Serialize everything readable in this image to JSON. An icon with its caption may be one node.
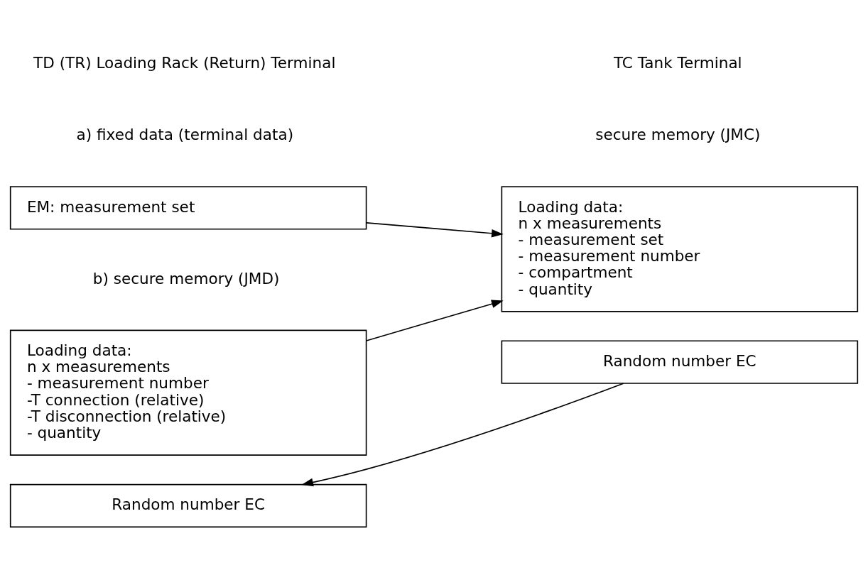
{
  "diagram": {
    "nodes": [
      {
        "text": [
          "EM: measurement set"
        ]
      },
      {
        "text": [
          "Loading data:",
          "n x measurements",
          "- measurement number",
          "-T connection (relative)",
          "-T disconnection (relative)",
          "- quantity"
        ]
      },
      {
        "text": [
          "Loading data:",
          "n x measurements",
          "- measurement set",
          "- measurement number",
          "- compartment",
          "- quantity"
        ]
      },
      {
        "text": [
          "Random number EC"
        ]
      },
      {
        "text": [
          "Random number EC"
        ]
      }
    ],
    "edges": [
      {
        "from": 0,
        "to": 2,
        "arrow": "to"
      },
      {
        "from": 1,
        "to": 2,
        "arrow": "to"
      },
      {
        "from": 4,
        "to": 3,
        "arrow": "to"
      }
    ],
    "labels": [
      "TD (TR) Loading Rack (Return) Terminal",
      "TC Tank Terminal",
      "a) fixed data (terminal data)",
      "b) secure memory (JMD)",
      "secure memory (JMC)"
    ]
  }
}
